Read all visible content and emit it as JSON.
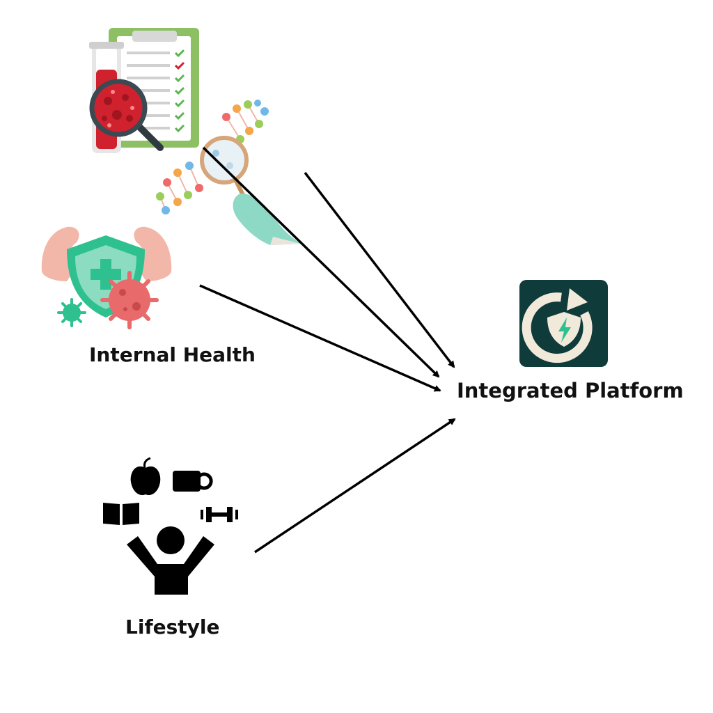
{
  "nodes": {
    "internal_health": {
      "label": "Internal Health"
    },
    "integrated_platform": {
      "label": "Integrated Platform"
    },
    "lifestyle": {
      "label": "Lifestyle"
    }
  },
  "edges": [
    {
      "from": "genetic-testing",
      "to": "integrated_platform"
    },
    {
      "from": "genetic-testing",
      "to": "integrated_platform"
    },
    {
      "from": "internal_health",
      "to": "integrated_platform"
    },
    {
      "from": "lifestyle",
      "to": "integrated_platform"
    }
  ],
  "icons": {
    "blood_test": "blood-test-clipboard-icon",
    "dna": "dna-magnifier-icon",
    "immunity": "immune-shield-icon",
    "lifestyle": "lifestyle-person-icon",
    "platform": "platform-refresh-shield-icon"
  },
  "colors": {
    "platform_bg": "#0F3B3A",
    "platform_ring": "#F1EADB",
    "shield_green": "#2EC08E",
    "virus_red": "#E86A6A",
    "blood_red": "#D0222E",
    "clipboard_green": "#8CC063",
    "glove": "#8ED9C5",
    "arrow": "#000000"
  }
}
